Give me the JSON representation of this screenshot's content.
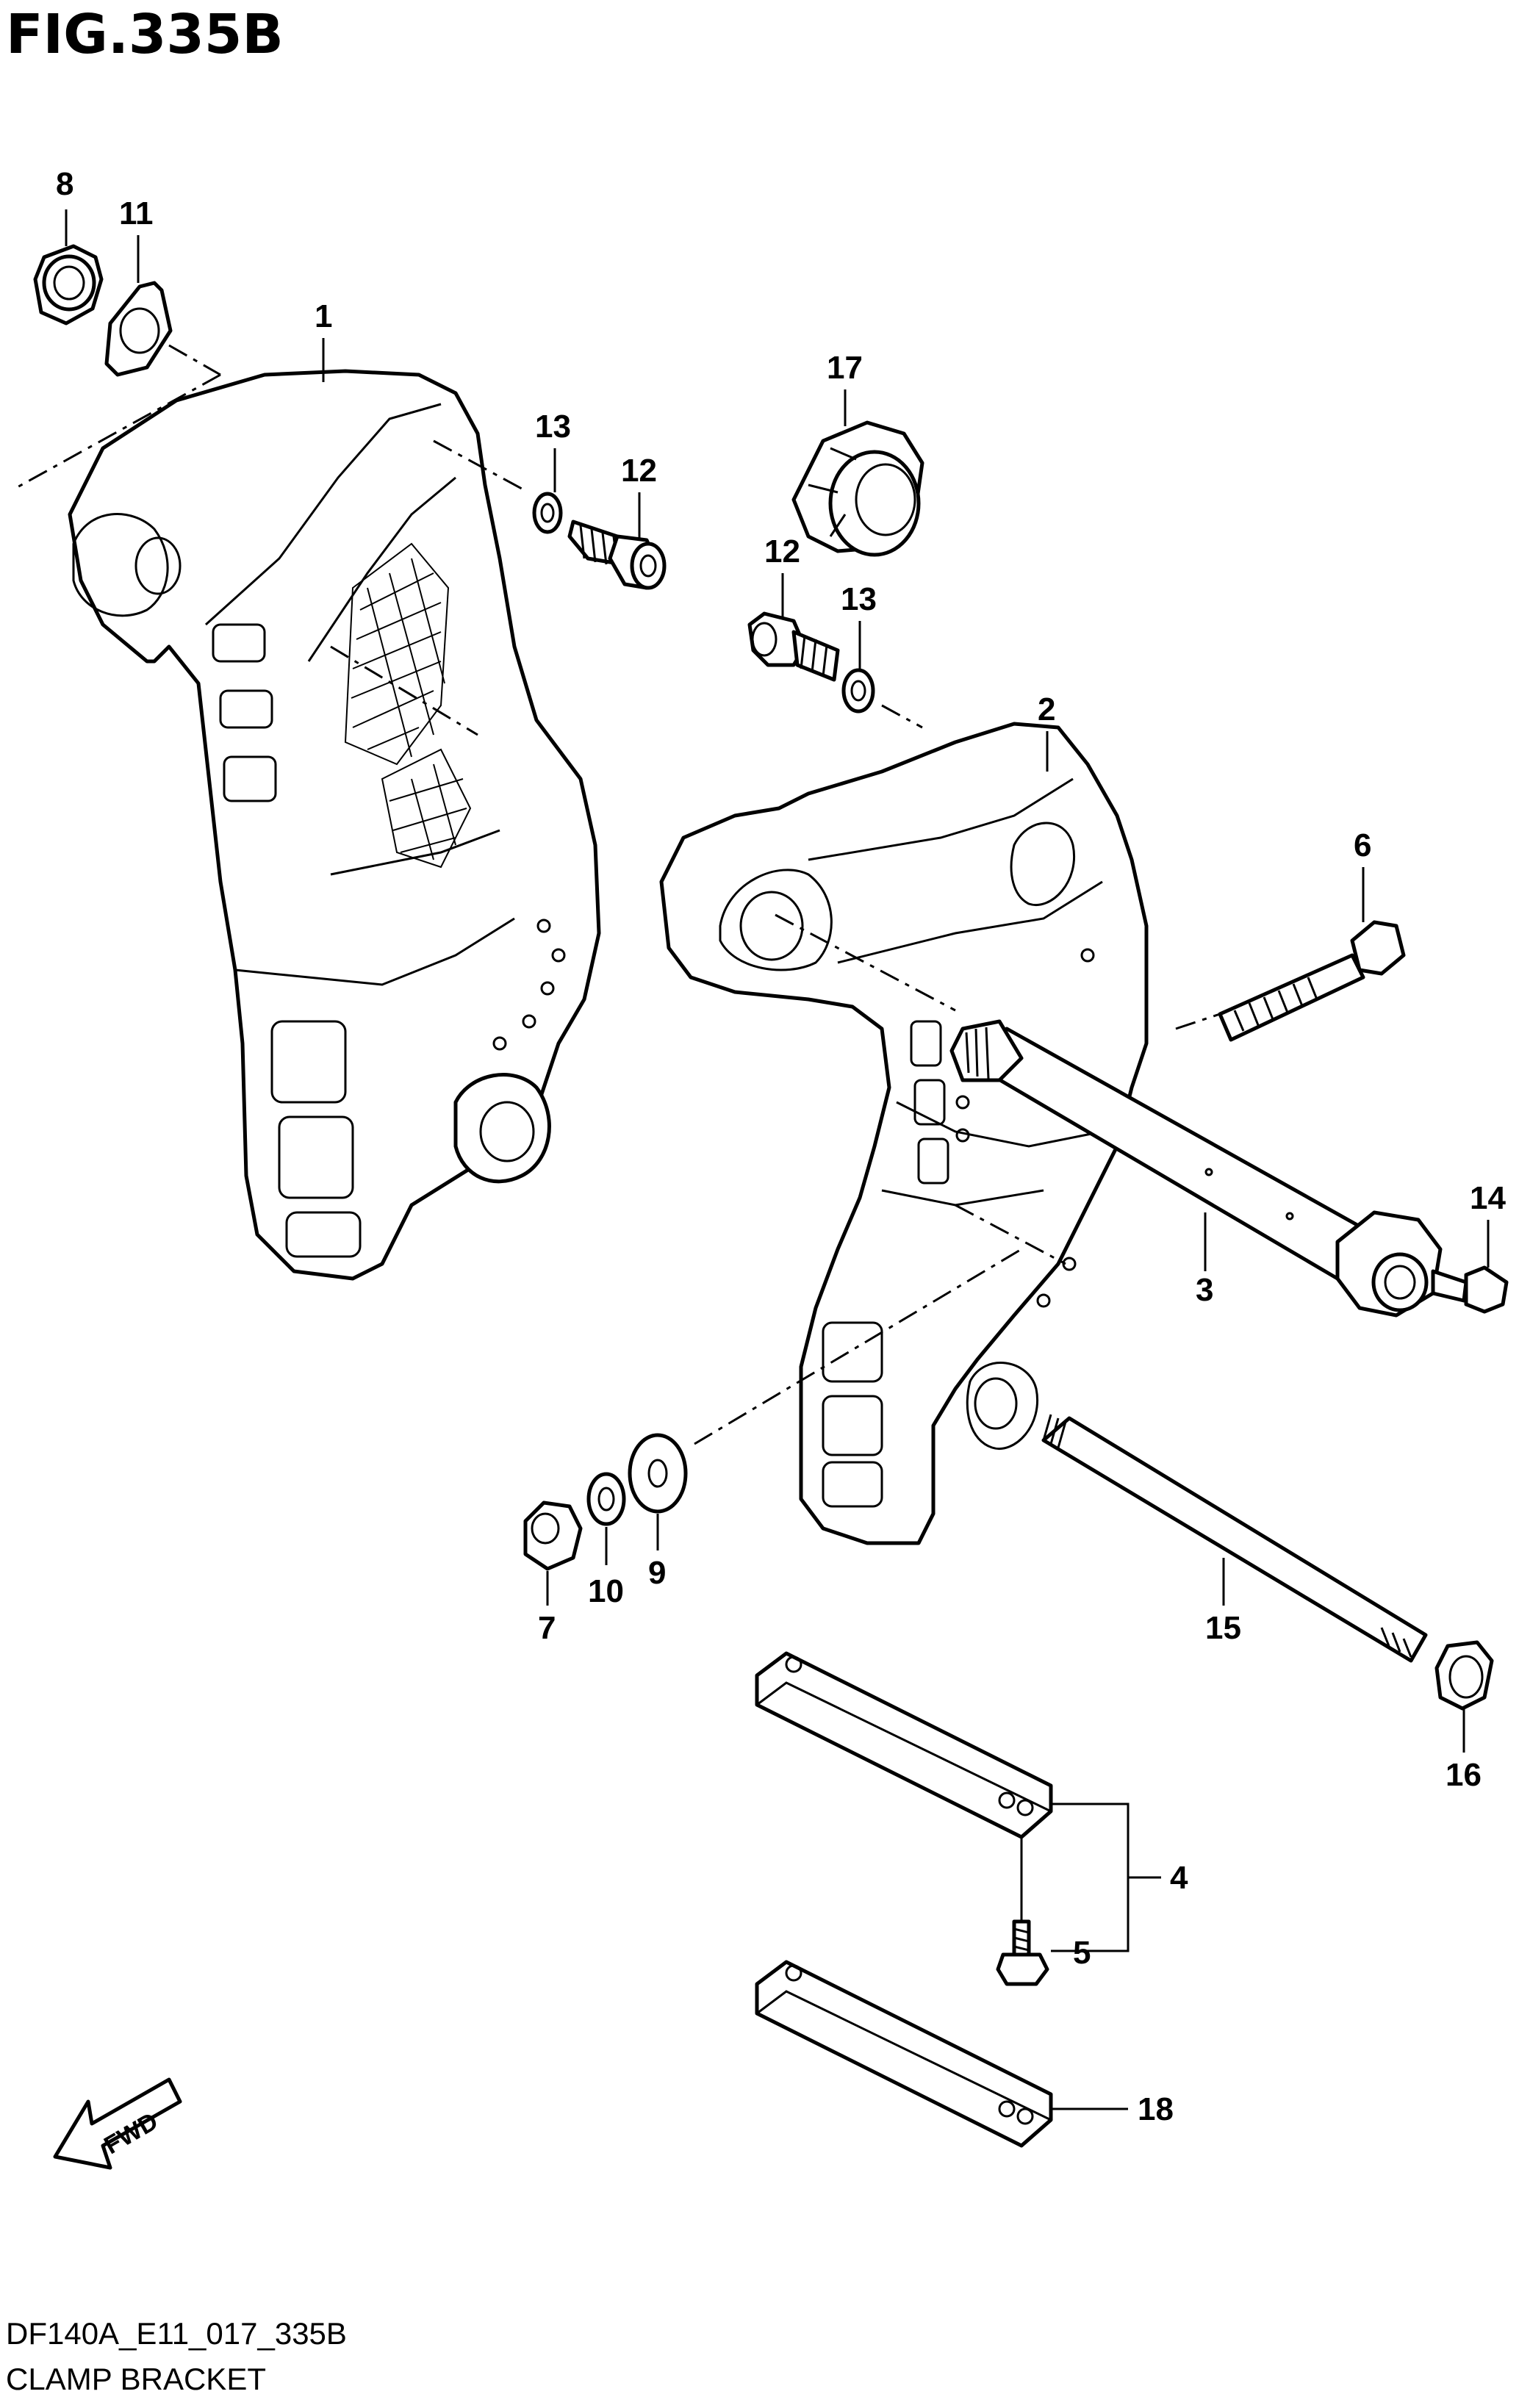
{
  "figure": {
    "title": "FIG.335B",
    "code": "DF140A_E11_017_335B",
    "caption": "CLAMP BRACKET"
  },
  "callouts": {
    "c1": "1",
    "c2": "2",
    "c3": "3",
    "c4": "4",
    "c5": "5",
    "c6": "6",
    "c7": "7",
    "c8": "8",
    "c9": "9",
    "c10": "10",
    "c11": "11",
    "c12a": "12",
    "c12b": "12",
    "c13a": "13",
    "c13b": "13",
    "c14": "14",
    "c15": "15",
    "c16": "16",
    "c17": "17",
    "c18": "18"
  },
  "fwd_label": "FWD"
}
